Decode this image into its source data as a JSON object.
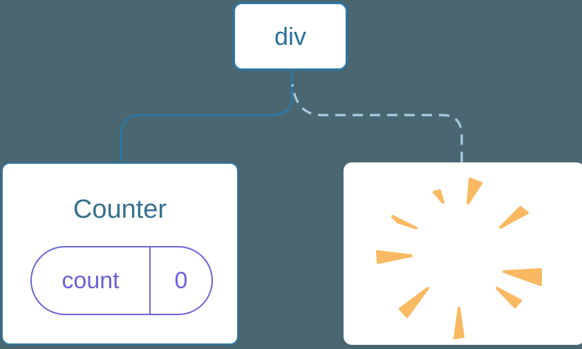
{
  "diagram": {
    "description": "React render tree: div root keeps Counter child (solid link, state preserved) while second child is removed (dashed link, state destroyed with a poof)",
    "root": {
      "label": "div"
    },
    "children": [
      {
        "type": "component-card",
        "title": "Counter",
        "state": {
          "key": "count",
          "value": "0"
        },
        "connector": "solid"
      },
      {
        "type": "removed-card",
        "icon": "poof-burst-icon",
        "connector": "dashed"
      }
    ]
  },
  "colors": {
    "background": "#4a6670",
    "node_border": "#2d77a5",
    "node_text": "#2c6f98",
    "component_title": "#35708e",
    "state_accent": "#6762d8",
    "solid_connector": "#2d77a5",
    "dashed_connector": "#a5c6dd",
    "poof_orange": "#f9b962",
    "card_fill": "#ffffff"
  }
}
